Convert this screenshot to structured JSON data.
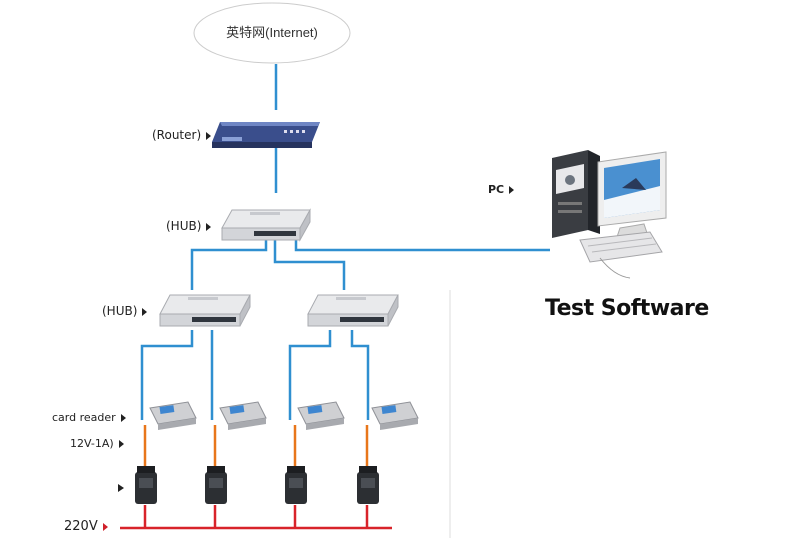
{
  "internet": {
    "label": "英特网(Internet)"
  },
  "labels": {
    "router": "(Router)",
    "hub_top": "(HUB)",
    "hub_left": "(HUB)",
    "pc": "PC",
    "card_reader": "card reader",
    "power_spec": "12V-1A)",
    "mains": "220V"
  },
  "software": {
    "title": "Test Software"
  },
  "colors": {
    "network_line": "#2f8fd0",
    "power_line": "#e8761a",
    "mains_line": "#d8232a",
    "divider": "#dddddd"
  },
  "icons": [
    "router-icon",
    "hub-icon",
    "pc-icon",
    "card-reader-icon",
    "power-adapter-icon"
  ]
}
